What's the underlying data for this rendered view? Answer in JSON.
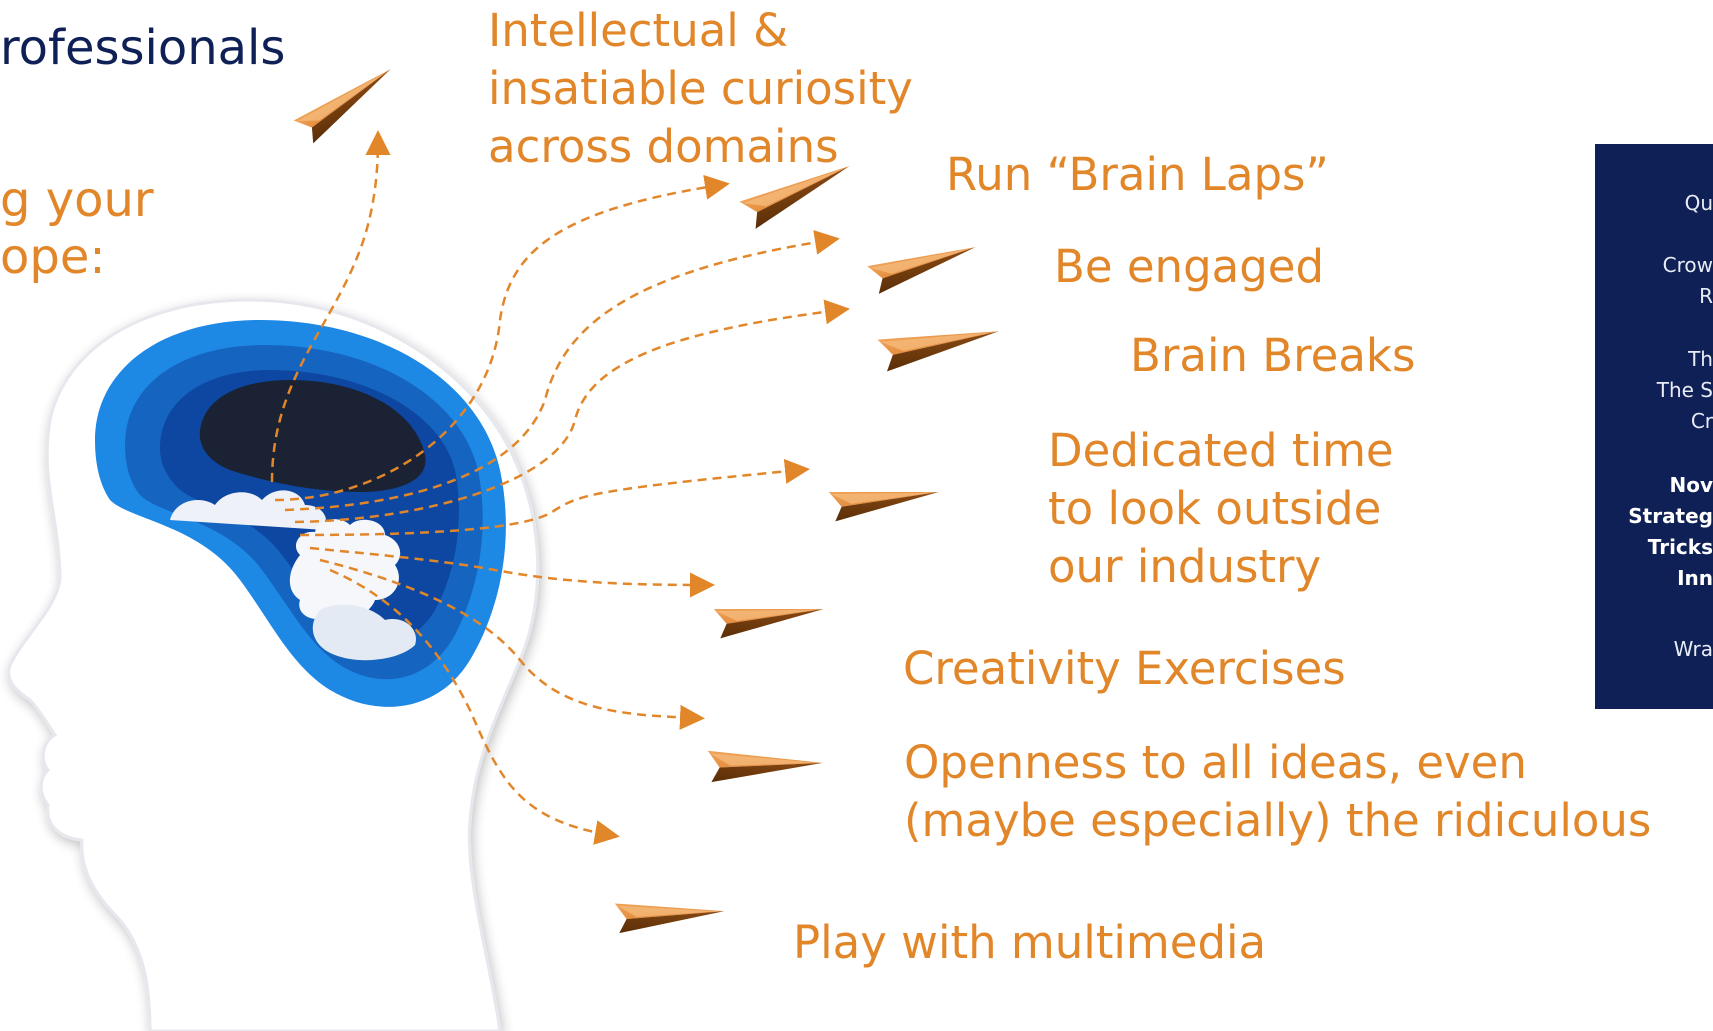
{
  "header": {
    "title_partial": "rofessionals",
    "subtitle_line1": "g your",
    "subtitle_line2": "ope:"
  },
  "colors": {
    "accent": "#E2862A",
    "navy": "#0E2055",
    "head_blue": "#1565C0"
  },
  "branches": [
    "Intellectual &\ninsatiable curiosity\nacross domains",
    "Run “Brain Laps”",
    "Be engaged",
    "Brain Breaks",
    "Dedicated time\nto look outside\nour industry",
    "Creativity Exercises",
    "Openness to all ideas, even\n(maybe especially) the ridiculous",
    "Play with multimedia"
  ],
  "sidebar": {
    "items": [
      {
        "text": "Qu",
        "bold": false
      },
      {
        "text": "Crow\nR",
        "bold": false
      },
      {
        "text": "Th\nThe S\nCr",
        "bold": false
      },
      {
        "text": "Nov\nStrateg\nTricks\nInn",
        "bold": true
      },
      {
        "text": "Wra",
        "bold": false
      }
    ]
  },
  "icons": [
    "paper-plane-icon",
    "head-silhouette-icon"
  ]
}
